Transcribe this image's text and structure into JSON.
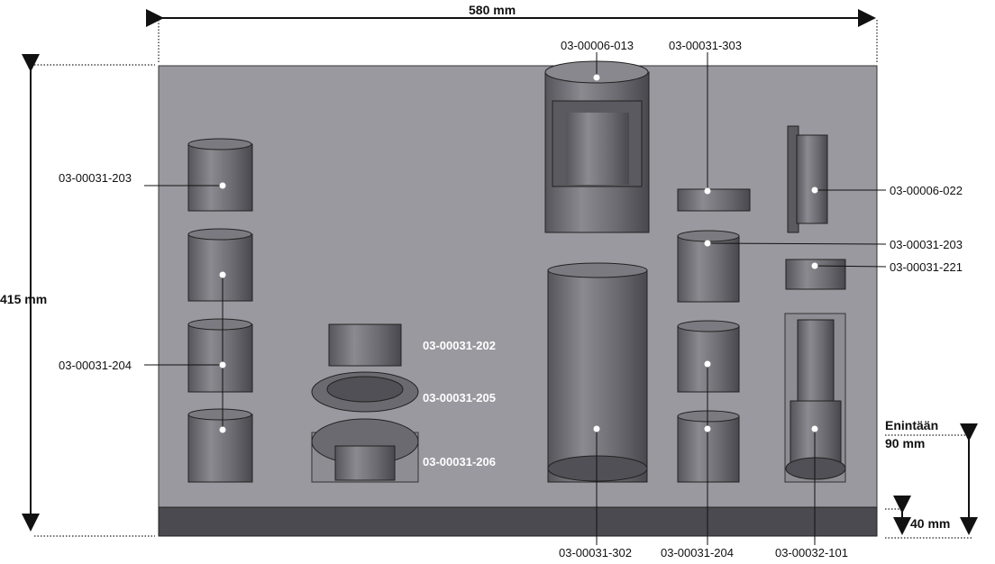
{
  "dimensions": {
    "width": "580 mm",
    "height": "415 mm",
    "max_label": "Enintään",
    "max_value": "90 mm",
    "base": "40 mm"
  },
  "parts": {
    "left_top": "03-00031-203",
    "left_mid": "03-00031-204",
    "mid_a": "03-00031-202",
    "mid_b": "03-00031-205",
    "mid_c": "03-00031-206",
    "top_a": "03-00006-013",
    "top_b": "03-00031-303",
    "right_a": "03-00006-022",
    "right_b": "03-00031-203",
    "right_c": "03-00031-221",
    "bottom_a": "03-00031-302",
    "bottom_b": "03-00031-204",
    "bottom_c": "03-00032-101"
  },
  "colors": {
    "tray": "#9a99a0",
    "base": "#4a4a50",
    "part": "#6e6e74"
  }
}
